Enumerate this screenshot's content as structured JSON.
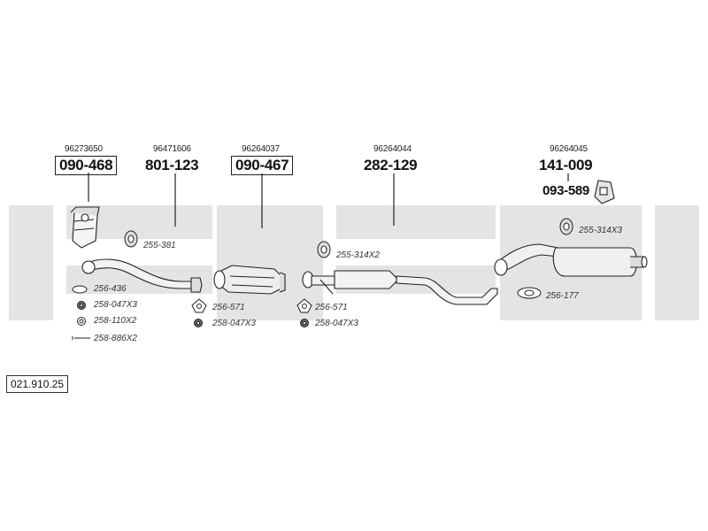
{
  "colors": {
    "background": "#ffffff",
    "watermark": "#e4e4e4",
    "ink": "#222222"
  },
  "catalog_number": "021.910.25",
  "parts": [
    {
      "ref": "96273650",
      "code": "090-468",
      "boxed": true
    },
    {
      "ref": "96471606",
      "code": "801-123",
      "boxed": false
    },
    {
      "ref": "96264037",
      "code": "090-467",
      "boxed": true
    },
    {
      "ref": "96264044",
      "code": "282-129",
      "boxed": false
    },
    {
      "ref": "96264045",
      "code": "141-009",
      "boxed": false
    }
  ],
  "extra_code": "093-589",
  "hardware": {
    "h255_381": "255-381",
    "h256_436": "256-436",
    "h258_047x3_a": "258-047X3",
    "h258_110x2": "258-110X2",
    "h258_886x2": "258-886X2",
    "h256_571_a": "256-571",
    "h258_047x3_b": "258-047X3",
    "h256_571_b": "256-571",
    "h258_047x3_c": "258-047X3",
    "h255_314x2": "255-314X2",
    "h255_314x3": "255-314X3",
    "h256_177": "256-177"
  },
  "icons": [
    "catalytic-converter-icon",
    "downpipe-icon",
    "hanger-icon",
    "gasket-icon",
    "nut-icon",
    "ring-icon",
    "bolt-icon",
    "middle-silencer-icon",
    "rear-silencer-icon",
    "bracket-icon"
  ]
}
